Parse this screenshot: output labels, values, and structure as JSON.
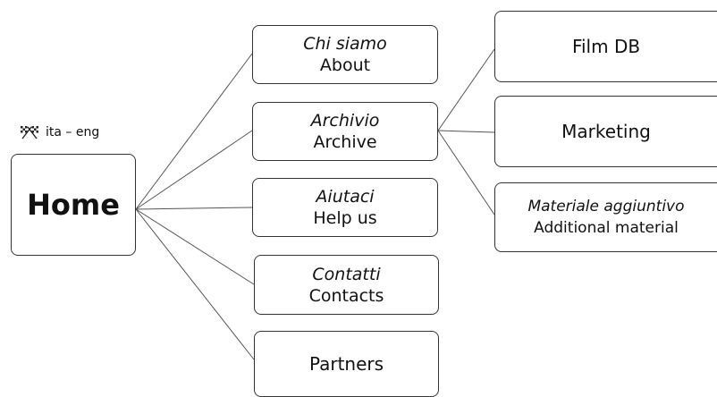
{
  "language_switch": {
    "icon": "crossed-flags-icon",
    "label": "ita – eng"
  },
  "home": {
    "label": "Home"
  },
  "menu": [
    {
      "it": "Chi siamo",
      "en": "About"
    },
    {
      "it": "Archivio",
      "en": "Archive"
    },
    {
      "it": "Aiutaci",
      "en": "Help us"
    },
    {
      "it": "Contatti",
      "en": "Contacts"
    },
    {
      "it": "",
      "en": "Partners"
    }
  ],
  "archive_submenu": [
    {
      "it": "",
      "en": "Film DB"
    },
    {
      "it": "",
      "en": "Marketing"
    },
    {
      "it": "Materiale aggiuntivo",
      "en": "Additional material"
    }
  ]
}
